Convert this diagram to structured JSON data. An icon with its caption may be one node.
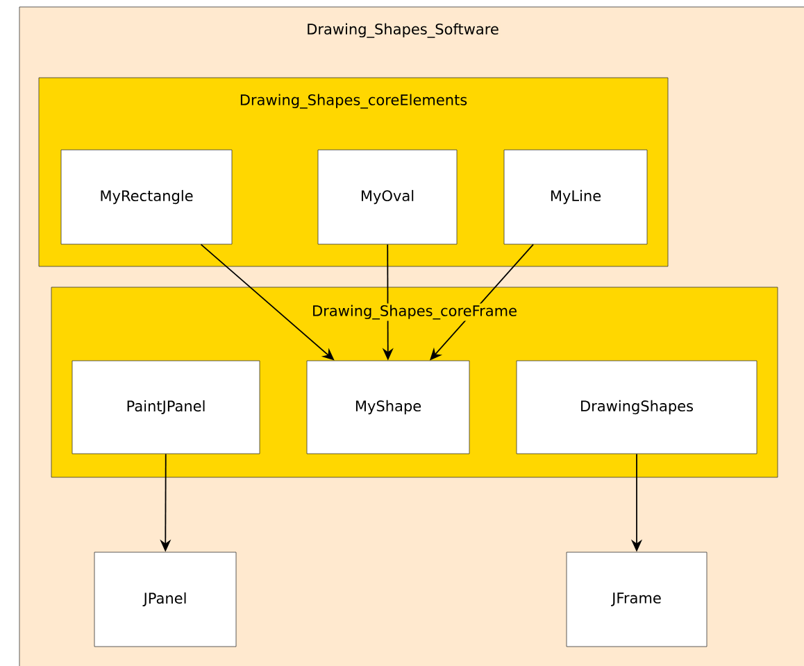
{
  "diagram": {
    "nodes": [
      {
        "text": [
          "Drawing_Shapes_Software"
        ]
      },
      {
        "text": [
          "Drawing_Shapes_coreElements"
        ],
        "in": 0
      },
      {
        "text": [
          "MyRectangle"
        ],
        "in": 1
      },
      {
        "text": [
          "MyOval"
        ],
        "in": 1
      },
      {
        "text": [
          "MyLine"
        ],
        "in": 1
      },
      {
        "text": [
          "Drawing_Shapes_coreFrame"
        ],
        "in": 0
      },
      {
        "text": [
          "PaintJPanel"
        ],
        "in": 5
      },
      {
        "text": [
          "MyShape"
        ],
        "in": 5
      },
      {
        "text": [
          "DrawingShapes"
        ],
        "in": 5
      },
      {
        "text": [
          "JPanel"
        ],
        "in": 0
      },
      {
        "text": [
          "JFrame"
        ],
        "in": 0
      }
    ],
    "edges": [
      {
        "from": 2,
        "to": 7,
        "arrow": "to"
      },
      {
        "from": 3,
        "to": 7,
        "arrow": "to"
      },
      {
        "from": 4,
        "to": 7,
        "arrow": "to"
      },
      {
        "from": 6,
        "to": 9,
        "arrow": "to"
      },
      {
        "from": 8,
        "to": 10,
        "arrow": "to"
      }
    ]
  }
}
